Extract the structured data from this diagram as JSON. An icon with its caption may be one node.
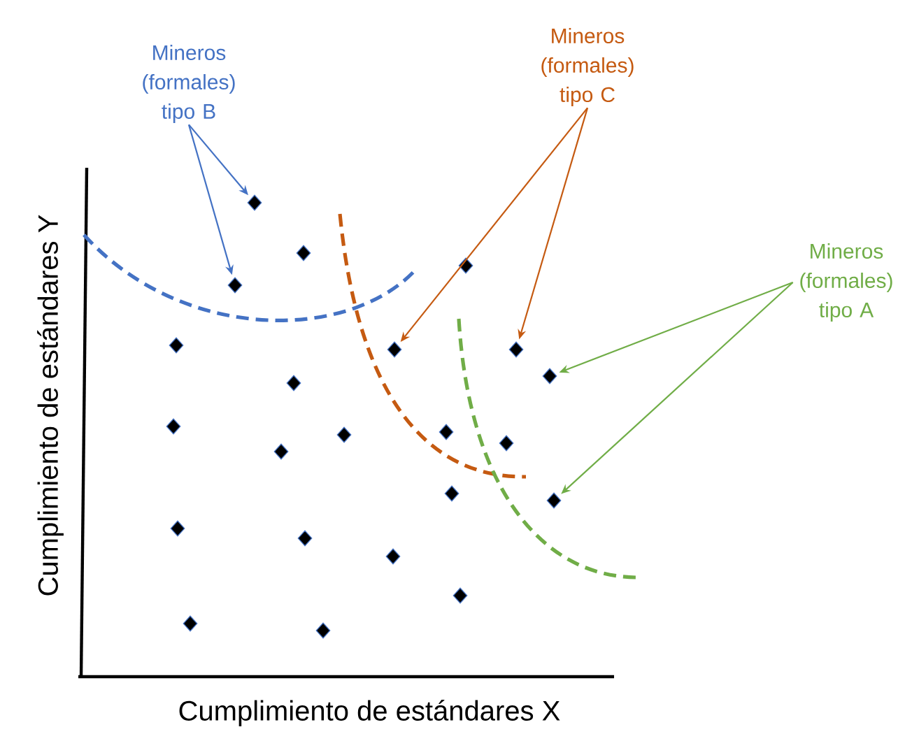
{
  "diagram": {
    "nodes": [
      {
        "text": [
          "Mineros (formales) tipo B"
        ]
      },
      {
        "text": [
          "Mineros (formales) tipo C"
        ]
      },
      {
        "text": [
          "Mineros (formales) tipo A"
        ]
      },
      {
        "text": [],
        "shape": "diamond"
      },
      {
        "text": [],
        "shape": "diamond"
      },
      {
        "text": [],
        "shape": "diamond"
      },
      {
        "text": [],
        "shape": "diamond"
      },
      {
        "text": [],
        "shape": "diamond"
      },
      {
        "text": [],
        "shape": "diamond"
      },
      {
        "text": [],
        "shape": "diamond"
      },
      {
        "text": [],
        "shape": "diamond"
      },
      {
        "text": [],
        "shape": "diamond"
      },
      {
        "text": [],
        "shape": "diamond"
      },
      {
        "text": [],
        "shape": "diamond"
      },
      {
        "text": [],
        "shape": "diamond"
      },
      {
        "text": [],
        "shape": "diamond"
      },
      {
        "text": [],
        "shape": "diamond"
      },
      {
        "text": [],
        "shape": "diamond"
      },
      {
        "text": [],
        "shape": "diamond"
      },
      {
        "text": [],
        "shape": "diamond"
      },
      {
        "text": [],
        "shape": "diamond"
      },
      {
        "text": [],
        "shape": "diamond"
      },
      {
        "text": [],
        "shape": "diamond"
      },
      {
        "text": [],
        "shape": "diamond"
      },
      {
        "text": [],
        "shape": "diamond"
      }
    ],
    "edges": [
      {
        "from": 0,
        "to": 8,
        "arrow": "to",
        "color": "#4472c4"
      },
      {
        "from": 0,
        "to": 7,
        "arrow": "to",
        "color": "#4472c4"
      },
      {
        "from": 1,
        "to": 16,
        "arrow": "to",
        "color": "#c55a11"
      },
      {
        "from": 1,
        "to": 22,
        "arrow": "to",
        "color": "#c55a11"
      },
      {
        "from": 2,
        "to": 23,
        "arrow": "to",
        "color": "#70ad47"
      },
      {
        "from": 2,
        "to": 24,
        "arrow": "to",
        "color": "#70ad47"
      }
    ],
    "labels": [
      "Cumplimiento de estándares Y",
      "Cumplimiento de estándares X"
    ]
  }
}
